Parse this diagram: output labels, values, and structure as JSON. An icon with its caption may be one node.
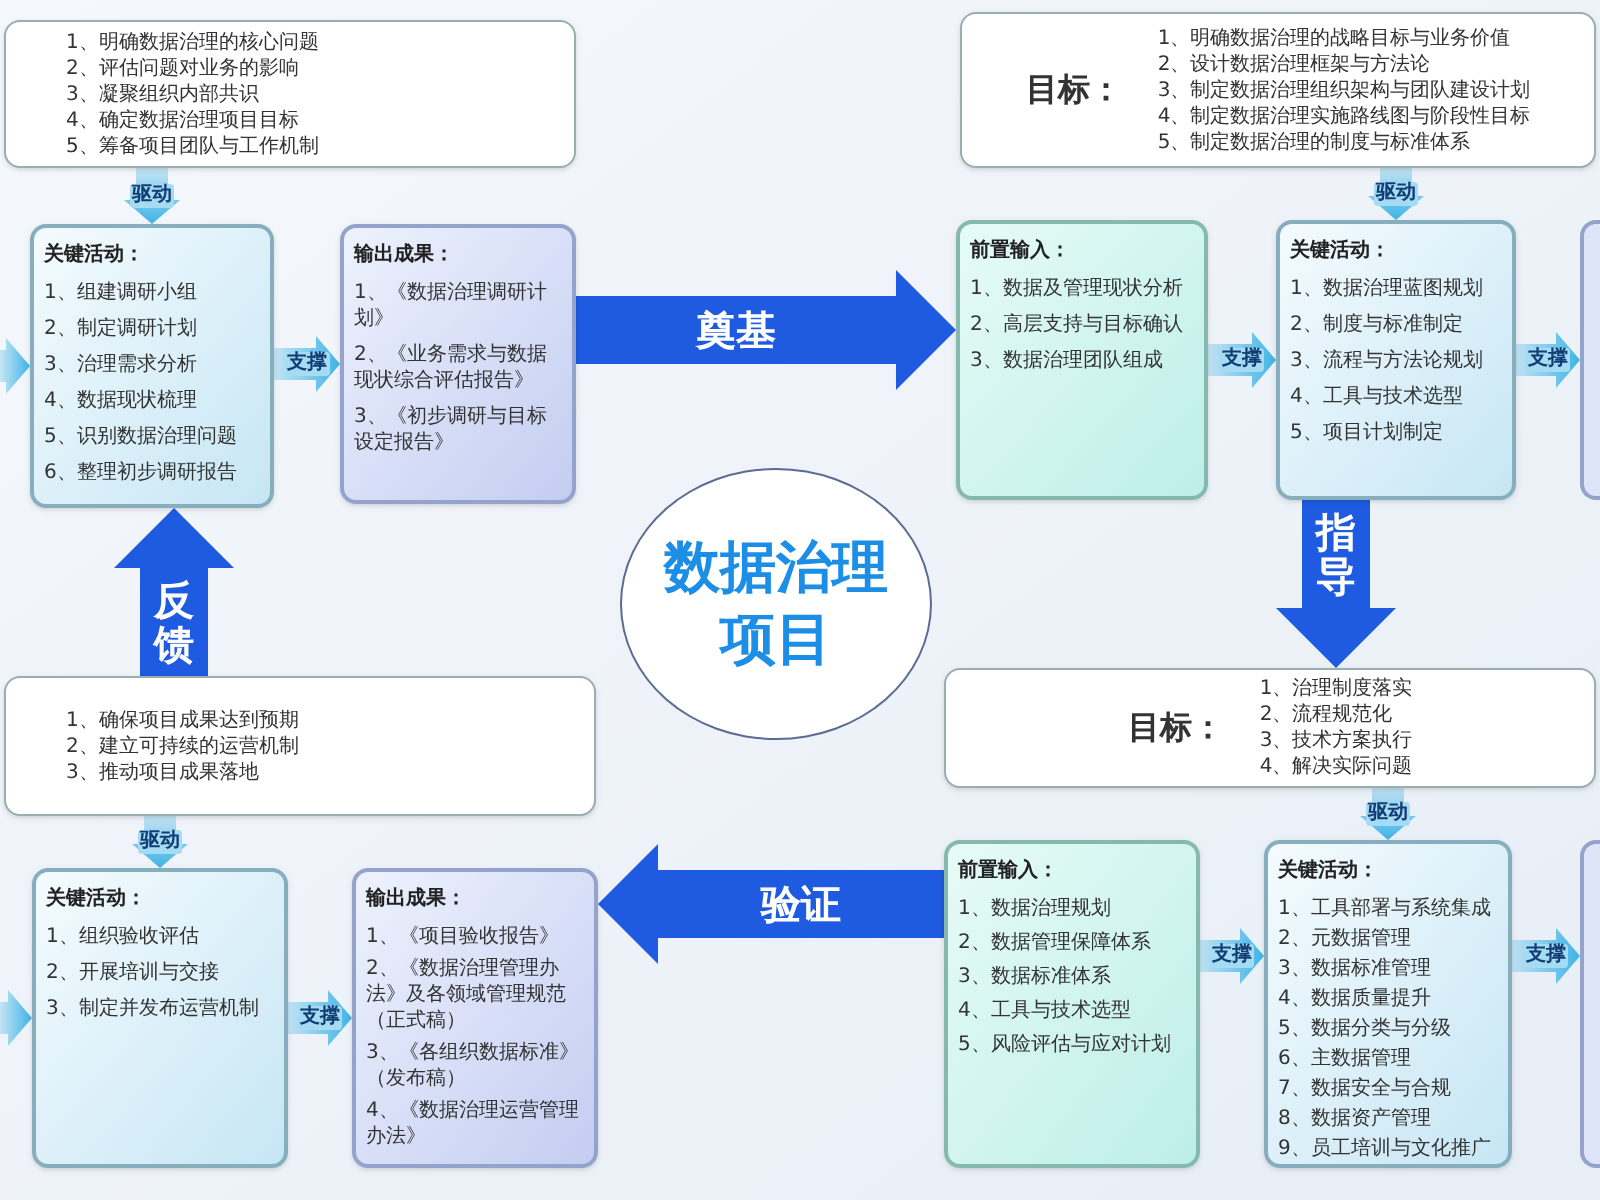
{
  "diagram": {
    "nodes": [
      {
        "text": [
          "1、明确数据治理的核心问题",
          "2、评估问题对业务的影响",
          "3、凝聚组织内部共识",
          "4、确定数据治理项目目标",
          "5、筹备项目团队与工作机制"
        ]
      },
      {
        "text": [
          "关键活动：",
          "1、组建调研小组",
          "2、制定调研计划",
          "3、治理需求分析",
          "4、数据现状梳理",
          "5、识别数据治理问题",
          "6、整理初步调研报告"
        ]
      },
      {
        "text": [
          "输出成果：",
          "1、《数据治理调研计划》",
          "2、《业务需求与数据现状综合评估报告》",
          "3、《初步调研与目标设定报告》"
        ]
      },
      {
        "text": [
          "目标：",
          "1、明确数据治理的战略目标与业务价值",
          "2、设计数据治理框架与方法论",
          "3、制定数据治理组织架构与团队建设计划",
          "4、制定数据治理实施路线图与阶段性目标",
          "5、制定数据治理的制度与标准体系"
        ]
      },
      {
        "text": [
          "前置输入：",
          "1、数据及管理现状分析",
          "2、高层支持与目标确认",
          "3、数据治理团队组成"
        ]
      },
      {
        "text": [
          "关键活动：",
          "1、数据治理蓝图规划",
          "2、制度与标准制定",
          "3、流程与方法论规划",
          "4、工具与技术选型",
          "5、项目计划制定"
        ]
      },
      {
        "text": [],
        "shape": "box"
      },
      {
        "text": [
          "数据治理项目"
        ]
      },
      {
        "text": [
          "1、确保项目成果达到预期",
          "2、建立可持续的运营机制",
          "3、推动项目成果落地"
        ]
      },
      {
        "text": [
          "关键活动：",
          "1、组织验收评估",
          "2、开展培训与交接",
          "3、制定并发布运营机制"
        ]
      },
      {
        "text": [
          "输出成果：",
          "1、《项目验收报告》",
          "2、《数据治理管理办法》及各领域管理规范（正式稿）",
          "3、《各组织数据标准》（发布稿）",
          "4、《数据治理运营管理办法》"
        ]
      },
      {
        "text": [
          "目标：",
          "1、治理制度落实",
          "2、流程规范化",
          "3、技术方案执行",
          "4、解决实际问题"
        ]
      },
      {
        "text": [
          "前置输入：",
          "1、数据治理规划",
          "2、数据管理保障体系",
          "3、数据标准体系",
          "4、工具与技术选型",
          "5、风险评估与应对计划"
        ]
      },
      {
        "text": [
          "关键活动：",
          "1、工具部署与系统集成",
          "2、元数据管理",
          "3、数据标准管理",
          "4、数据质量提升",
          "5、数据分类与分级",
          "6、主数据管理",
          "7、数据安全与合规",
          "8、数据资产管理",
          "9、员工培训与文化推广"
        ]
      },
      {
        "text": [],
        "shape": "box"
      }
    ],
    "edges": [
      {
        "from": 0,
        "to": 1,
        "arrow": "to",
        "label": "驱动"
      },
      {
        "from": null,
        "to": 1,
        "arrow": "to"
      },
      {
        "from": 1,
        "to": 2,
        "arrow": "to",
        "label": "支撑"
      },
      {
        "from": 3,
        "to": 5,
        "arrow": "to",
        "label": "驱动"
      },
      {
        "from": 4,
        "to": 5,
        "arrow": "to",
        "label": "支撑"
      },
      {
        "from": 5,
        "to": 6,
        "arrow": "to",
        "label": "支撑"
      },
      {
        "from": 8,
        "to": 9,
        "arrow": "to",
        "label": "驱动"
      },
      {
        "from": null,
        "to": 9,
        "arrow": "to"
      },
      {
        "from": 9,
        "to": 10,
        "arrow": "to",
        "label": "支撑"
      },
      {
        "from": 11,
        "to": 13,
        "arrow": "to",
        "label": "驱动"
      },
      {
        "from": 12,
        "to": 13,
        "arrow": "to",
        "label": "支撑"
      },
      {
        "from": 13,
        "to": 14,
        "arrow": "to",
        "label": "支撑"
      },
      {
        "from": 2,
        "to": 4,
        "arrow": "to",
        "label": "奠基",
        "style": "thick",
        "color": "#1f5be0"
      },
      {
        "from": 5,
        "to": 11,
        "arrow": "to",
        "label": "指导",
        "style": "thick",
        "color": "#1f5be0"
      },
      {
        "from": 12,
        "to": 10,
        "arrow": "to",
        "label": "验证",
        "style": "thick",
        "color": "#1f5be0"
      },
      {
        "from": 8,
        "to": 1,
        "arrow": "to",
        "label": "反馈",
        "style": "thick",
        "color": "#1f5be0"
      }
    ]
  }
}
